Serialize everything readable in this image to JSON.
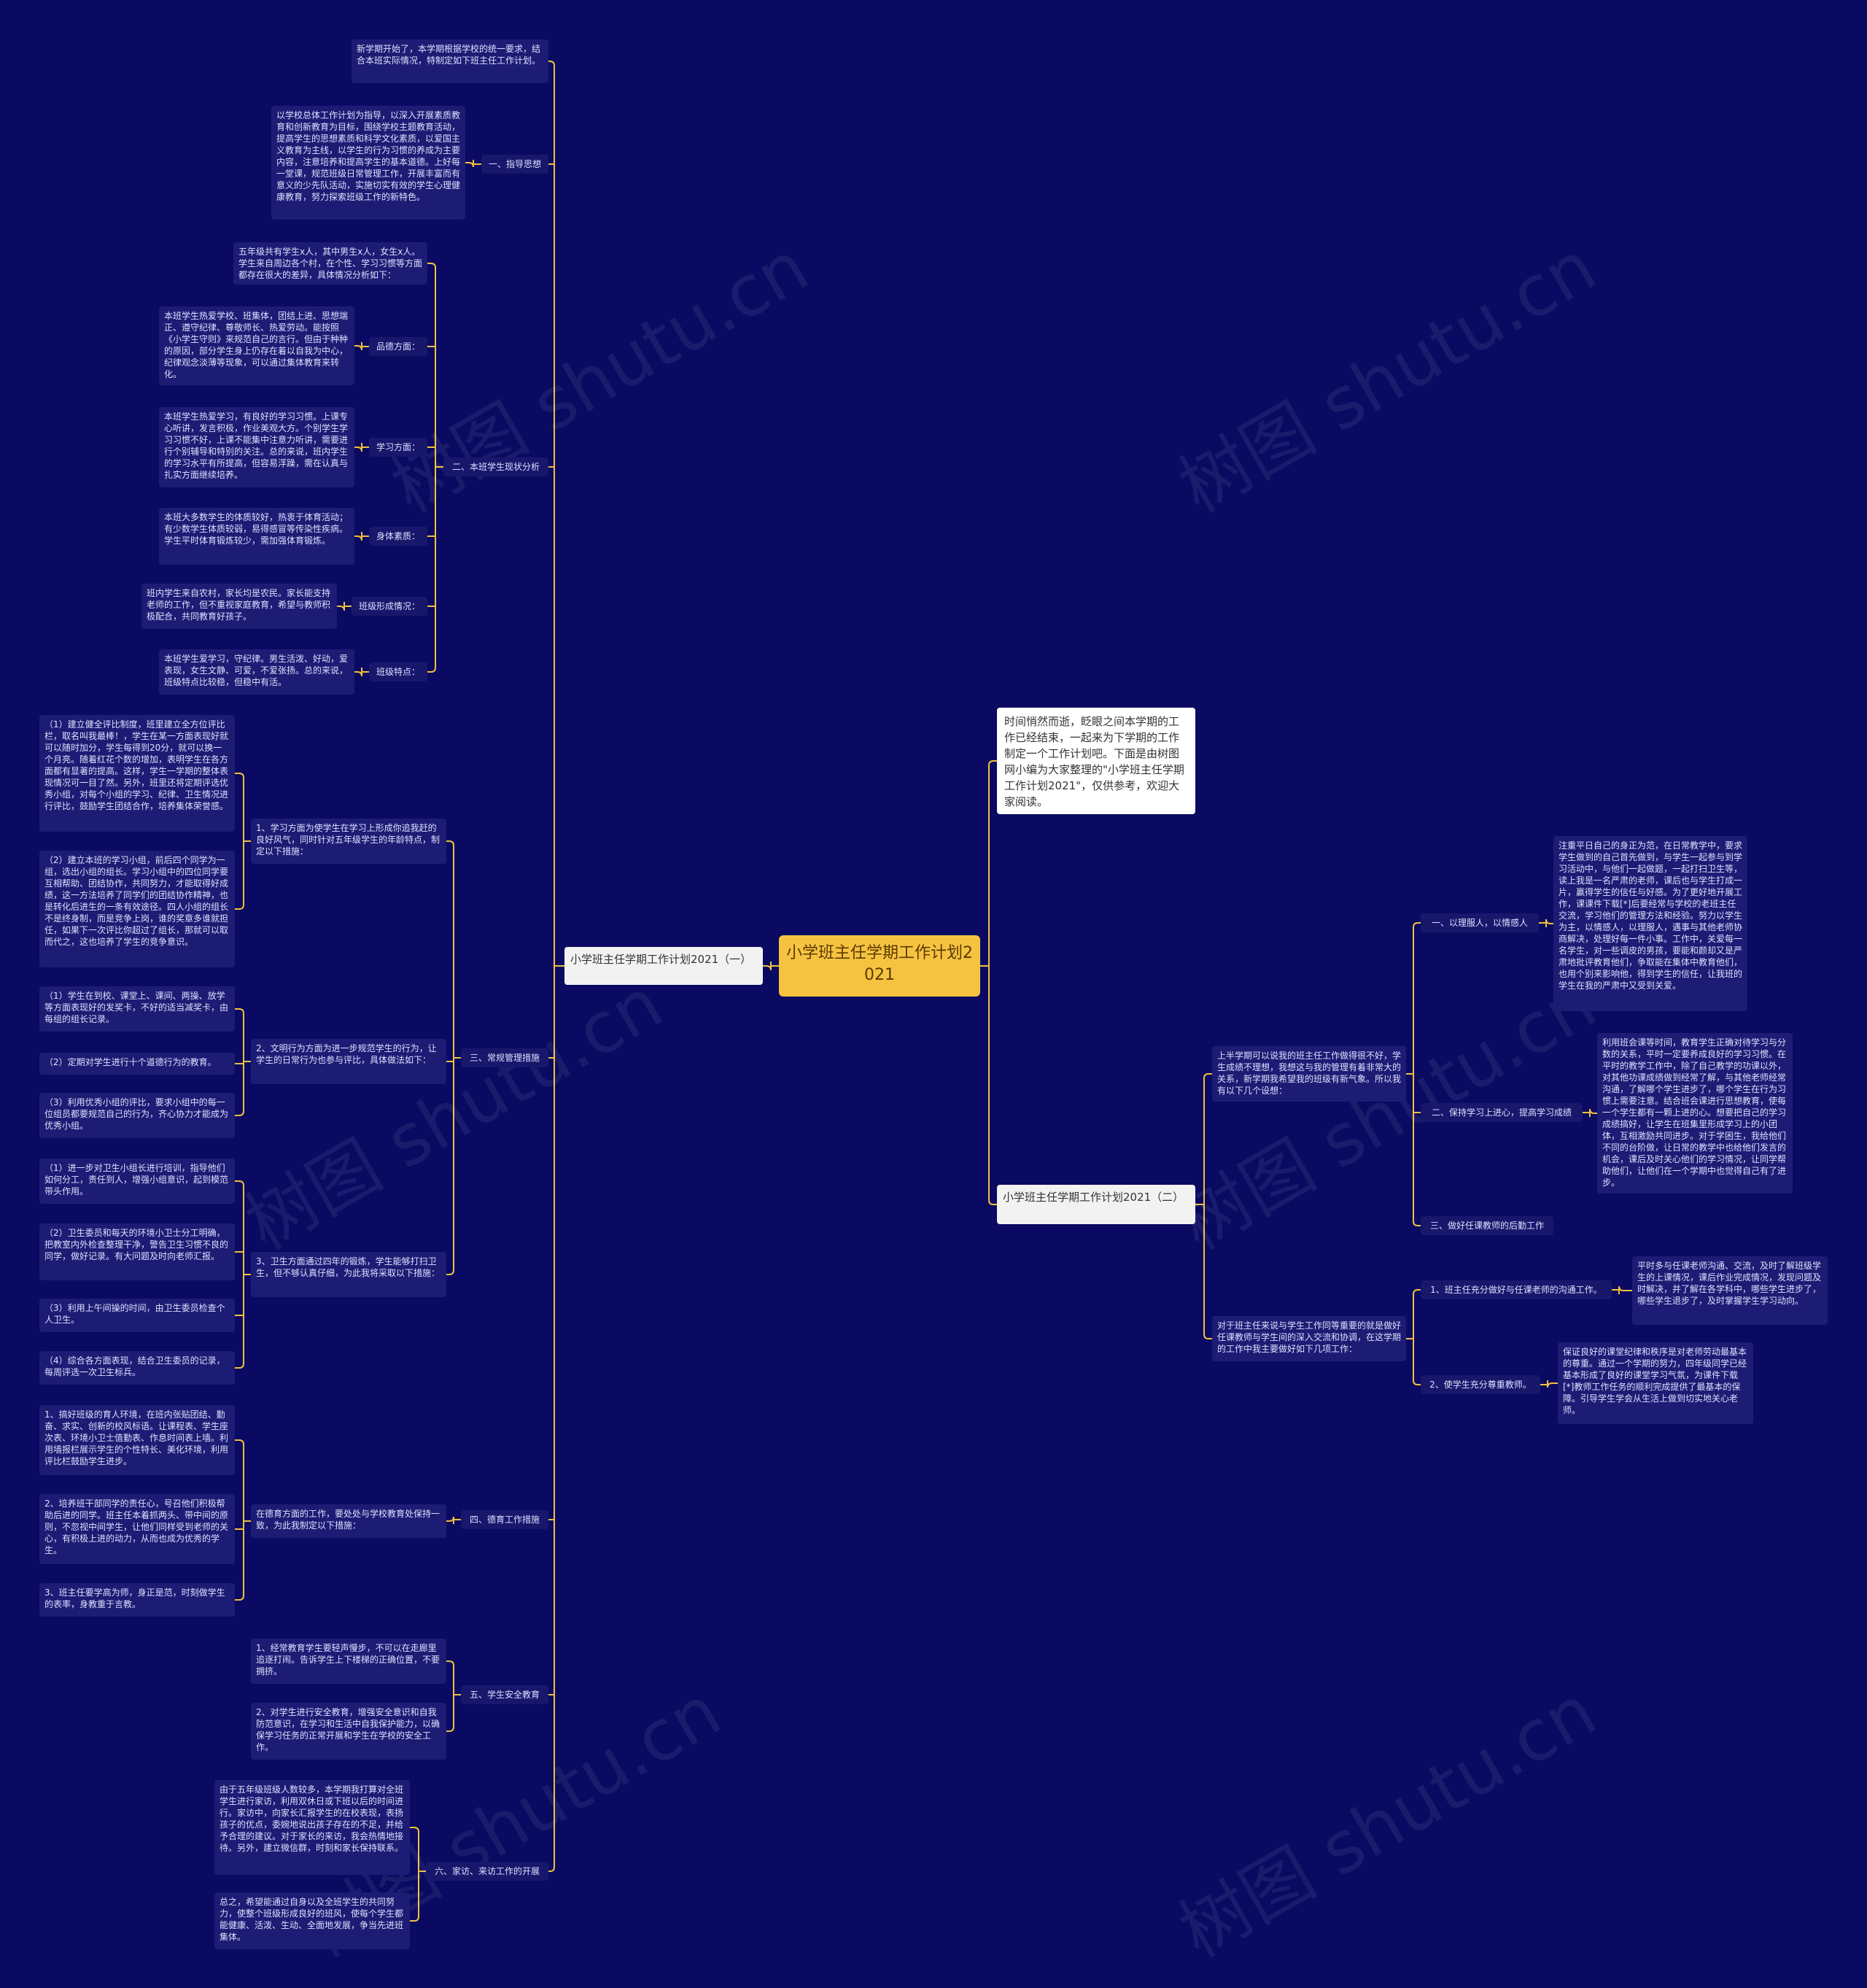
{
  "root": "小学班主任学期工作计划2021",
  "intro": "时间悄然而逝，眨眼之间本学期的工作已经结束，一起来为下学期的工作制定一个工作计划吧。下面是由树图网小编为大家整理的\"小学班主任学期工作计划2021\"，仅供参考，欢迎大家阅读。",
  "watermark": "树图 shutu.cn",
  "left": {
    "branch": "小学班主任学期工作计划2021（一）",
    "intro_text": "新学期开始了，本学期根据学校的统一要求，结合本班实际情况，特制定如下班主任工作计划。",
    "s1": {
      "label": "一、指导思想",
      "text": "以学校总体工作计划为指导，以深入开展素质教育和创新教育为目标，围绕学校主题教育活动，提高学生的思想素质和科学文化素质，以爱国主义教育为主线，以学生的行为习惯的养成为主要内容，注意培养和提高学生的基本道德。上好每一堂课，规范班级日常管理工作，开展丰富而有意义的少先队活动，实施切实有效的学生心理健康教育，努力探索班级工作的新特色。"
    },
    "s2": {
      "label": "二、本班学生现状分析",
      "overview": "五年级共有学生x人，其中男生x人，女生x人。学生来自周边各个村，在个性、学习习惯等方面都存在很大的差异，具体情况分析如下：",
      "items": [
        {
          "label": "品德方面：",
          "text": "本班学生热爱学校、班集体，团结上进、思想端正、遵守纪律、尊敬师长、热爱劳动。能按照《小学生守则》来规范自己的言行。但由于种种的原因，部分学生身上仍存在着以自我为中心，纪律观念淡薄等现象，可以通过集体教育来转化。"
        },
        {
          "label": "学习方面：",
          "text": "本班学生热爱学习，有良好的学习习惯。上课专心听讲，发言积极，作业美观大方。个别学生学习习惯不好，上课不能集中注意力听讲，需要进行个别辅导和特别的关注。总的来说，班内学生的学习水平有所提高，但容易浮躁，需在认真与扎实方面继续培养。"
        },
        {
          "label": "身体素质：",
          "text": "本班大多数学生的体质较好，热衷于体育活动；有少数学生体质较弱，易得感冒等传染性疾病。学生平时体育锻炼较少，需加强体育锻炼。"
        },
        {
          "label": "班级形成情况：",
          "text": "班内学生来自农村，家长均是农民。家长能支持老师的工作，但不重视家庭教育，希望与教师积极配合，共同教育好孩子。"
        },
        {
          "label": "班级特点：",
          "text": "本班学生爱学习，守纪律。男生活泼、好动，爱表现，女生文静、可爱，不爱张扬。总的来说，班级特点比较稳，但稳中有活。"
        }
      ]
    },
    "s3": {
      "label": "三、常规管理措施",
      "groups": [
        {
          "text": "1、学习方面为使学生在学习上形成你追我赶的良好风气，同时针对五年级学生的年龄特点，制定以下措施：",
          "items": [
            "（1）建立健全评比制度，班里建立全方位评比栏，取名叫我最棒！，学生在某一方面表现好就可以随时加分，学生每得到20分，就可以换一个月亮。随着红花个数的增加，表明学生在各方面都有显著的提高。这样，学生一学期的整体表现情况可一目了然。另外，班里还将定期评选优秀小组，对每个小组的学习、纪律、卫生情况进行评比，鼓励学生团结合作，培养集体荣誉感。",
            "（2）建立本班的学习小组，前后四个同学为一组，选出小组的组长。学习小组中的四位同学要互相帮助、团结协作，共同努力，才能取得好成绩，这一方法培养了同学们的团结协作精神，也是转化后进生的一条有效途径。四人小组的组长不是终身制，而是竞争上岗，谁的奖章多谁就担任，如果下一次评比你超过了组长，那就可以取而代之，这也培养了学生的竞争意识。"
          ]
        },
        {
          "text": "2、文明行为方面为进一步规范学生的行为，让学生的日常行为也参与评比，具体做法如下：",
          "items": [
            "（1）学生在到校、课堂上、课间、两操、放学等方面表现好的发奖卡，不好的适当减奖卡，由每组的组长记录。",
            "（2）定期对学生进行十个道德行为的教育。",
            "（3）利用优秀小组的评比，要求小组中的每一位组员都要规范自己的行为，齐心协力才能成为优秀小组。"
          ]
        },
        {
          "text": "3、卫生方面通过四年的锻炼，学生能够打扫卫生，但不够认真仔细，为此我将采取以下措施：",
          "items": [
            "（1）进一步对卫生小组长进行培训，指导他们如何分工，责任到人，增强小组意识，起到模范带头作用。",
            "（2）卫生委员和每天的环境小卫士分工明确，把教室内外检查整理干净，警告卫生习惯不良的同学，做好记录。有大问题及时向老师汇报。",
            "（3）利用上午间操的时间，由卫生委员检查个人卫生。",
            "（4）综合各方面表现，结合卫生委员的记录，每周评选一次卫生标兵。"
          ]
        }
      ]
    },
    "s4": {
      "label": "四、德育工作措施",
      "text": "在德育方面的工作，要处处与学校教育处保持一致，为此我制定以下措施：",
      "items": [
        "1、搞好班级的育人环境，在班内张贴团结、勤奋、求实、创新的校风标语。让课程表、学生座次表、环境小卫士值勤表、作息时间表上墙。利用墙报栏展示学生的个性特长、美化环境，利用评比栏鼓励学生进步。",
        "2、培养班干部同学的责任心，号召他们积极帮助后进的同学。班主任本着抓两头、带中间的原则，不忽视中间学生，让他们同样受到老师的关心，有积极上进的动力，从而也成为优秀的学生。",
        "3、班主任要学高为师，身正是范，时刻做学生的表率，身教重于言教。"
      ]
    },
    "s5": {
      "label": "五、学生安全教育",
      "items": [
        "1、经常教育学生要轻声慢步，不可以在走廊里追逐打闹。告诉学生上下楼梯的正确位置，不要拥挤。",
        "2、对学生进行安全教育，增强安全意识和自我防范意识，在学习和生活中自我保护能力，以确保学习任务的正常开展和学生在学校的安全工作。"
      ]
    },
    "s6": {
      "label": "六、家访、来访工作的开展",
      "items": [
        "由于五年级班级人数较多，本学期我打算对全班学生进行家访，利用双休日或下班以后的时间进行。家访中，向家长汇报学生的在校表现，表扬孩子的优点，委婉地说出孩子存在的不足，并给予合理的建议。对于家长的来访，我会热情地接待。另外，建立微信群，时刻和家长保持联系。",
        "总之，希望能通过自身以及全班学生的共同努力，使整个班级形成良好的班风，使每个学生都能健康、活泼、生动、全面地发展，争当先进班集体。"
      ]
    }
  },
  "right": {
    "branch": "小学班主任学期工作计划2021（二）",
    "p1": {
      "text": "上半学期可以说我的班主任工作做得很不好，学生成绩不理想，我想这与我的管理有着非常大的关系，新学期我希望我的班级有新气象。所以我有以下几个设想：",
      "items": [
        {
          "label": "一、以理服人，以情感人",
          "text": "注重平日自己的身正为范，在日常教学中，要求学生做到的自己首先做到，与学生一起参与到学习活动中，与他们一起做题，一起打扫卫生等，读上我是一名严肃的老师，课后也与学生打成一片，赢得学生的信任与好感。为了更好地开展工作，课课件下载[*]后要经常与学校的老班主任交流，学习他们的管理方法和经验。努力以学生为主，以情感人，以理服人，遇事与其他老师协商解决，处理好每一件小事。工作中，关爱每一名学生，对一些调皮的男孩，要能和颜却又是严肃地批评教育他们，争取能在集体中教育他们，也用个别来影响他，得到学生的信任，让我班的学生在我的严肃中又受到关爱。"
        },
        {
          "label": "二、保持学习上进心，提高学习成绩",
          "text": "利用班会课等时间，教育学生正确对待学习与分数的关系，平时一定要养成良好的学习习惯。在平时的教学工作中，除了自己教学的功课以外，对其他功课成绩做到经常了解，与其他老师经常沟通，了解哪个学生进步了，哪个学生在行为习惯上需要注意。结合班会课进行思想教育，使每一个学生都有一颗上进的心。想要把自己的学习成绩搞好，让学生在班集里形成学习上的小团体，互相激励共同进步。对于学困生，我给他们不同的台阶做，让日常的教学中也给他们发言的机会，课后及时关心他们的学习情况，让同学帮助他们，让他们在一个学期中也觉得自己有了进步。"
        },
        {
          "label": "三、做好任课教师的后勤工作",
          "text": ""
        }
      ]
    },
    "p2": {
      "text": "对于班主任来说与学生工作同等重要的就是做好任课教师与学生间的深入交流和协调，在这学期的工作中我主要做好如下几项工作：",
      "items": [
        {
          "label": "1、班主任充分做好与任课老师的沟通工作。",
          "text": "平时多与任课老师沟通、交流，及时了解班级学生的上课情况，课后作业完成情况，发现问题及时解决，并了解在各学科中，哪些学生进步了，哪些学生退步了，及时掌握学生学习动向。"
        },
        {
          "label": "2、使学生充分尊重教师。",
          "text": "保证良好的课堂纪律和秩序是对老师劳动最基本的尊重。通过一个学期的努力，四年级同学已经基本形成了良好的课堂学习气氛，为课件下载[*]教师工作任务的顺利完成提供了最基本的保障。引导学生学会从生活上做到切实地关心老师。"
        }
      ]
    }
  }
}
